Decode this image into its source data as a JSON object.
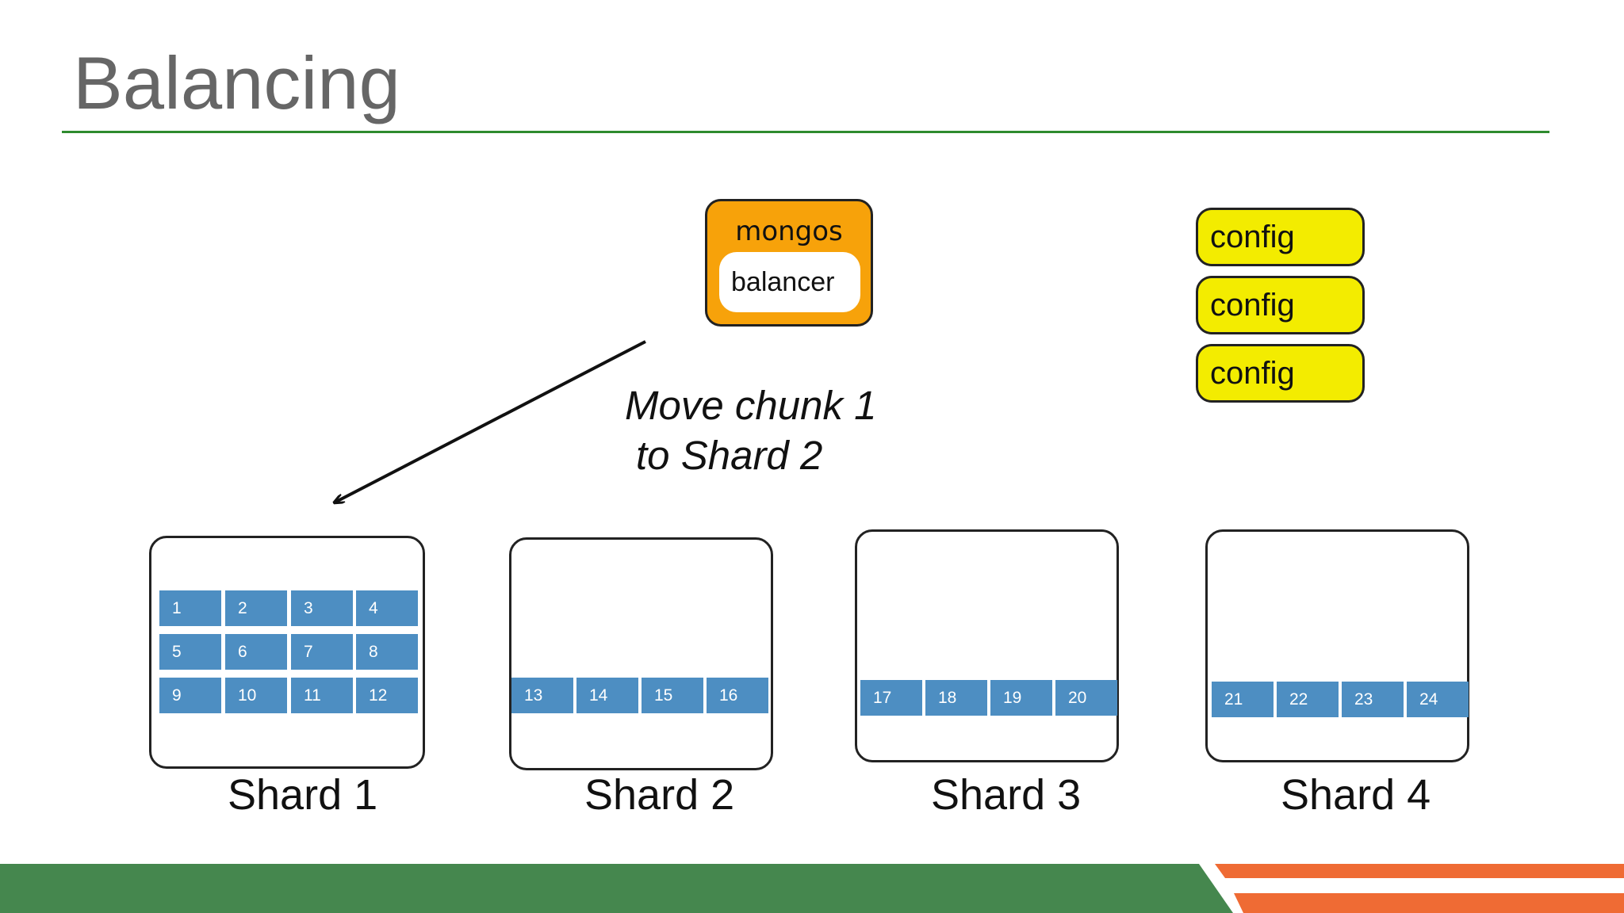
{
  "slide": {
    "title": "Balancing"
  },
  "mongos": {
    "label": "mongos",
    "balancer_label": "balancer"
  },
  "config_servers": [
    "config",
    "config",
    "config"
  ],
  "instruction": {
    "line1": "Move chunk 1",
    "line2": "to Shard 2"
  },
  "shards": [
    {
      "label": "Shard 1",
      "chunks": [
        "1",
        "2",
        "3",
        "4",
        "5",
        "6",
        "7",
        "8",
        "9",
        "10",
        "11",
        "12"
      ]
    },
    {
      "label": "Shard 2",
      "chunks": [
        "13",
        "14",
        "15",
        "16"
      ]
    },
    {
      "label": "Shard 3",
      "chunks": [
        "17",
        "18",
        "19",
        "20"
      ]
    },
    {
      "label": "Shard 4",
      "chunks": [
        "21",
        "22",
        "23",
        "24"
      ]
    }
  ],
  "colors": {
    "mongos": "#f7a20a",
    "config": "#f3ec00",
    "chunk": "#4d8ec2",
    "title_rule": "#2e8b2e",
    "footer_green": "#45874e",
    "footer_orange": "#ef6b34"
  }
}
